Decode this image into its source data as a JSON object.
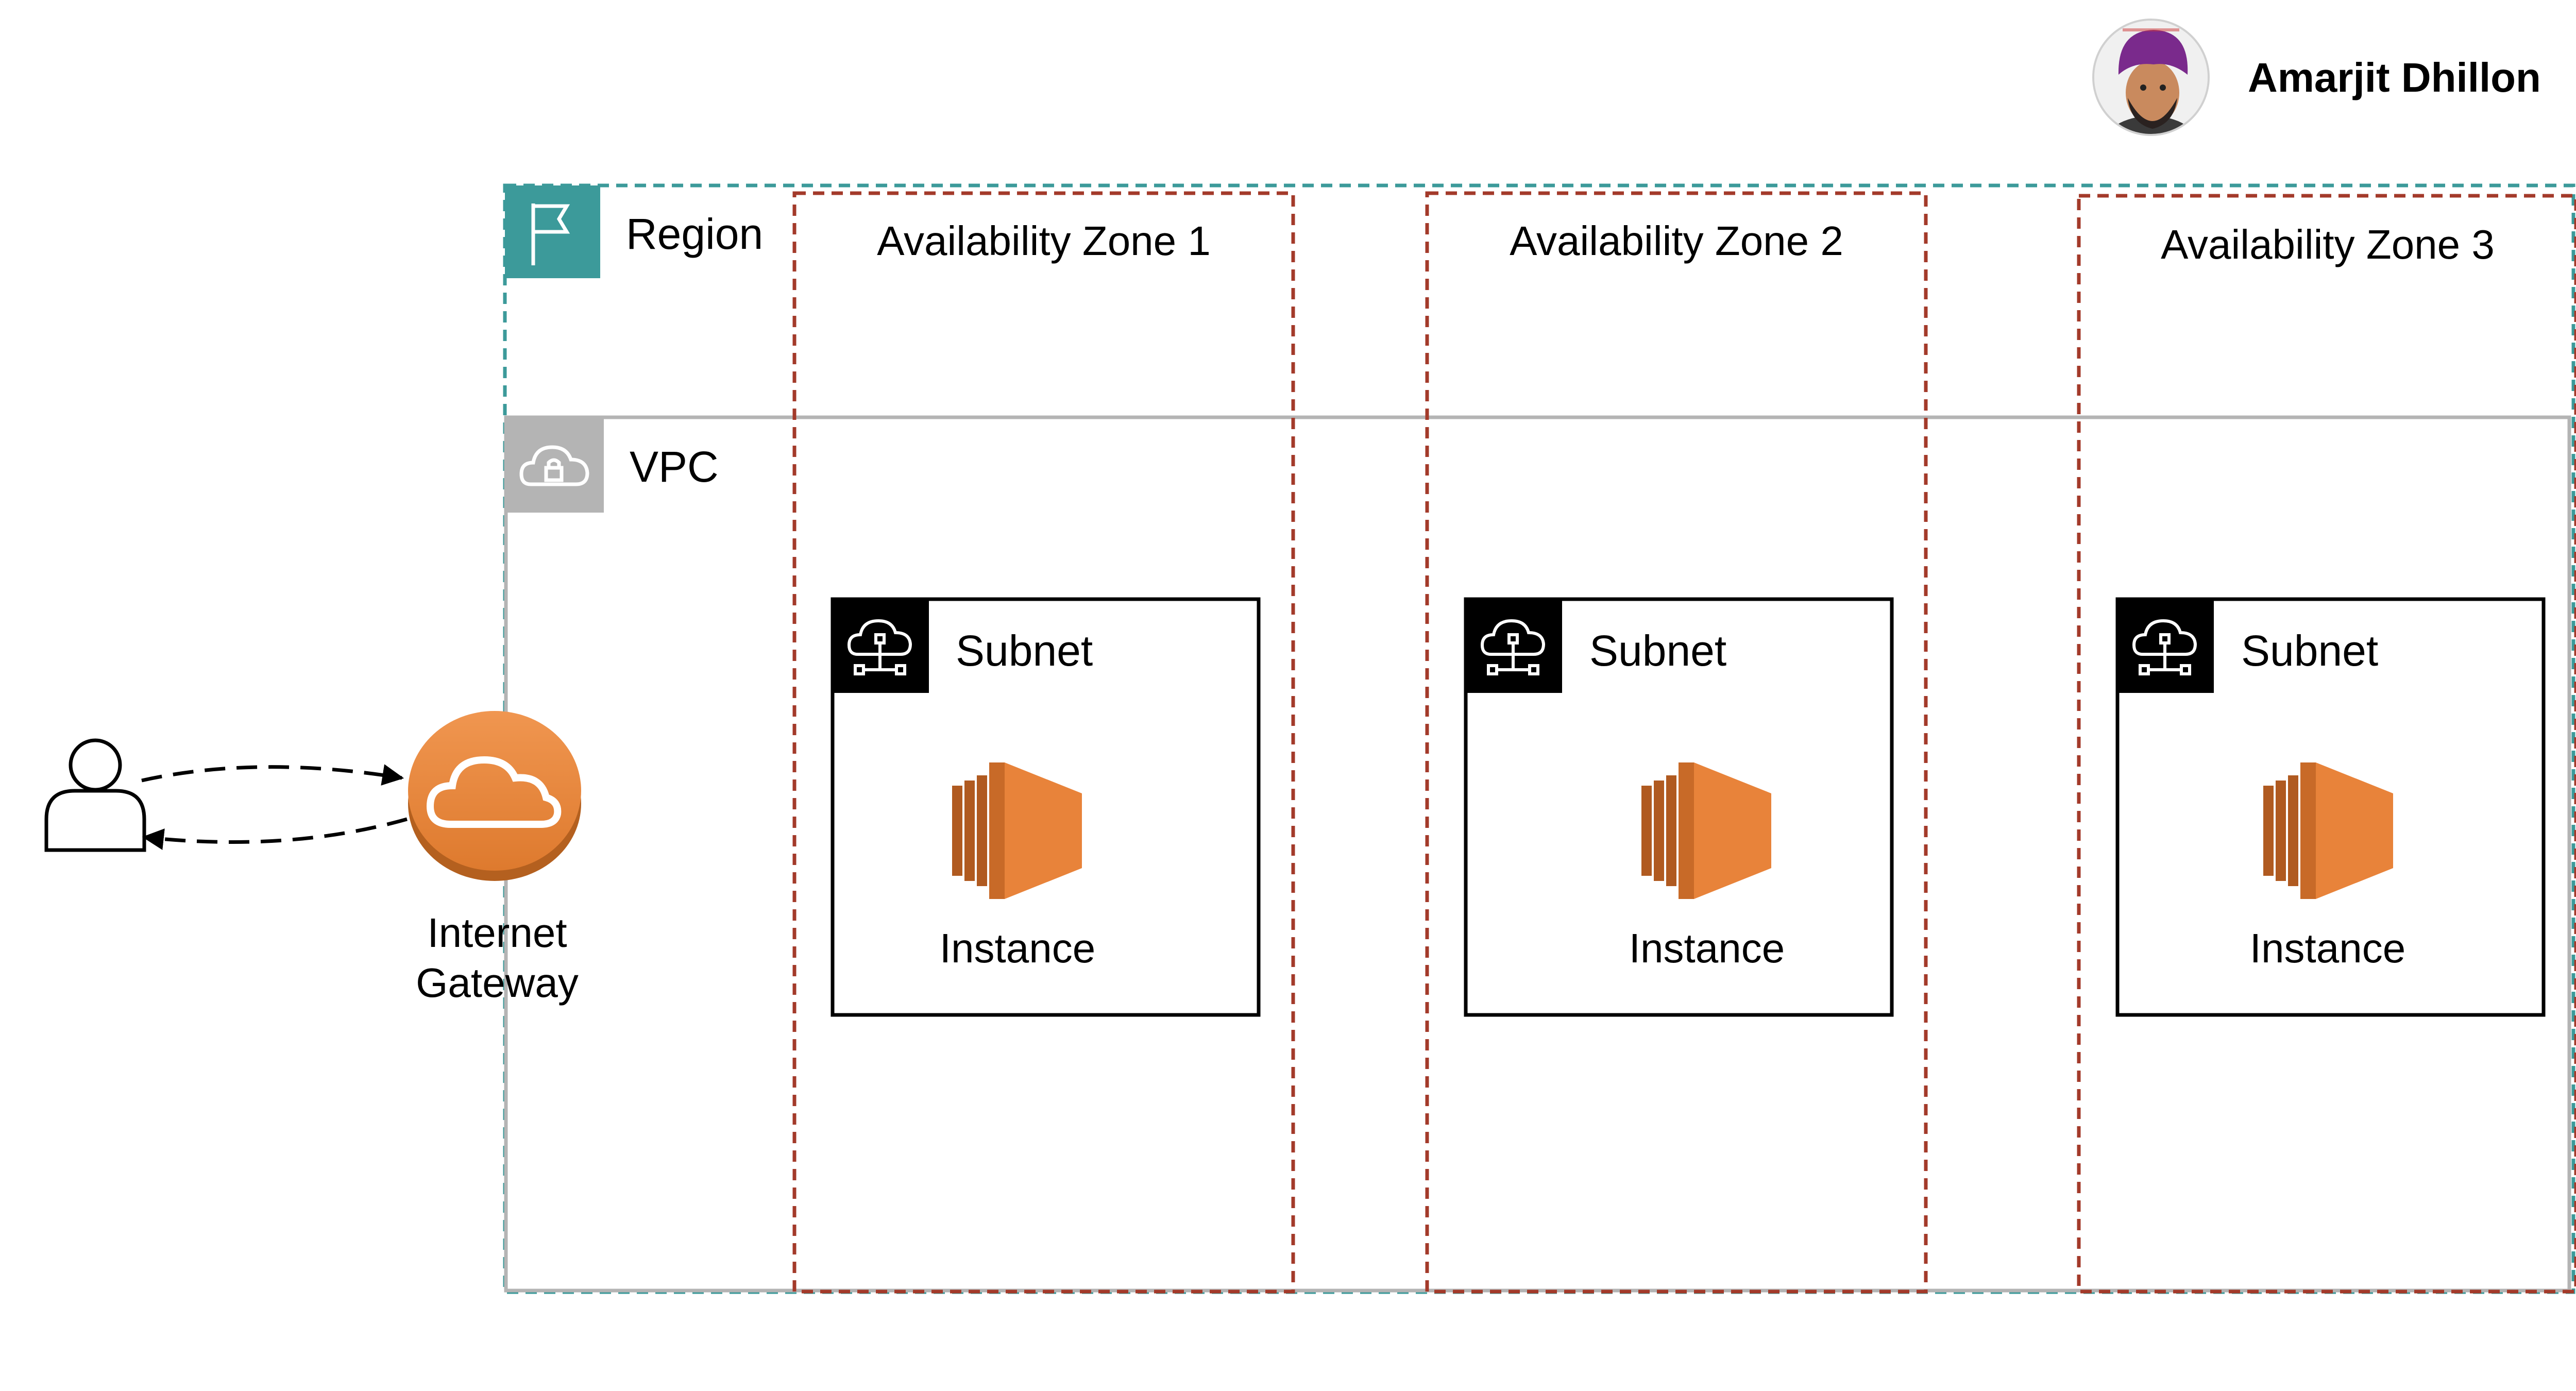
{
  "author": {
    "name": "Amarjit Dhillon",
    "avatar_icon": "profile-photo-avatar"
  },
  "region": {
    "label": "Region",
    "icon": "flag-icon",
    "color": "#3c9a9a"
  },
  "vpc": {
    "label": "VPC",
    "icon": "cloud-lock-icon",
    "color": "#b4b4b4"
  },
  "zones": [
    {
      "label": "Availability Zone 1",
      "subnet_label": "Subnet",
      "instance_label": "Instance"
    },
    {
      "label": "Availability Zone 2",
      "subnet_label": "Subnet",
      "instance_label": "Instance"
    },
    {
      "label": "Availability Zone 3",
      "subnet_label": "Subnet",
      "instance_label": "Instance"
    }
  ],
  "gateway": {
    "label_line1": "Internet",
    "label_line2": "Gateway",
    "icon": "cloud-icon",
    "color": "#e8833a"
  },
  "user": {
    "icon": "user-icon"
  },
  "colors": {
    "zone_border": "#a33a2a",
    "instance_orange": "#e8833a",
    "instance_dark": "#b05a20",
    "subnet_icon_bg": "#000000"
  }
}
